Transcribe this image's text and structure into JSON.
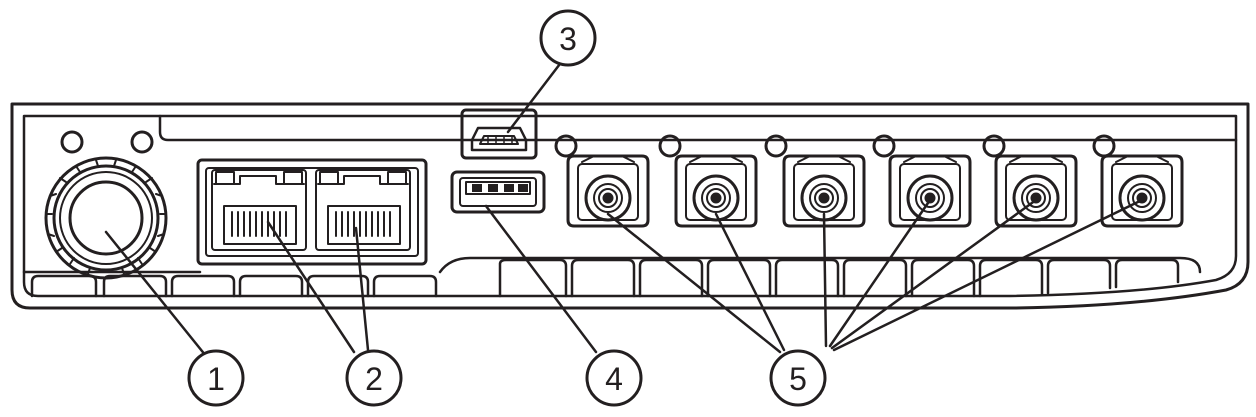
{
  "diagram": {
    "line_color": "#231f20",
    "background": "#ffffff",
    "callouts": [
      {
        "id": "1",
        "label": "1"
      },
      {
        "id": "2",
        "label": "2"
      },
      {
        "id": "3",
        "label": "3"
      },
      {
        "id": "4",
        "label": "4"
      },
      {
        "id": "5",
        "label": "5"
      }
    ]
  }
}
